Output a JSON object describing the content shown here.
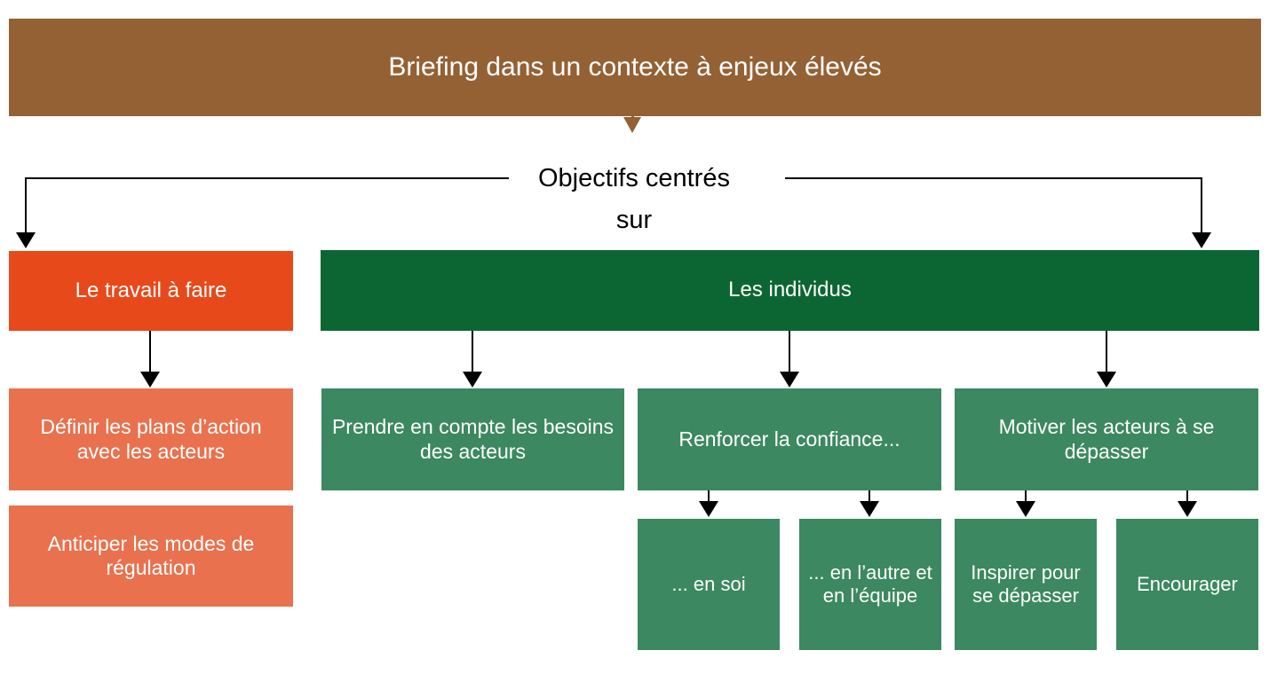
{
  "diagram": {
    "title": "Briefing dans un contexte à enjeux élevés",
    "hub": {
      "line1": "Objectifs centrés",
      "line2": "sur"
    },
    "branches": {
      "work": {
        "label": "Le travail à faire",
        "color": "#E8491B",
        "children": [
          {
            "label": "Définir les plans d’action avec les acteurs",
            "color": "#E9714E"
          },
          {
            "label": "Anticiper les modes de régulation",
            "color": "#E9714E"
          }
        ]
      },
      "people": {
        "label": "Les individus",
        "color": "#0C6633",
        "children": [
          {
            "label": "Prendre en compte les besoins des acteurs",
            "color": "#3C8860",
            "children": []
          },
          {
            "label": "Renforcer la confiance...",
            "color": "#3C8860",
            "children": [
              {
                "label": "... en soi",
                "color": "#3C8860"
              },
              {
                "label": "... en l’autre et en l’équipe",
                "color": "#3C8860"
              }
            ]
          },
          {
            "label": "Motiver les acteurs à se dépasser",
            "color": "#3C8860",
            "children": [
              {
                "label": "Inspirer pour se dépasser",
                "color": "#3C8860"
              },
              {
                "label": "Encourager",
                "color": "#3C8860"
              }
            ]
          }
        ]
      }
    },
    "colors": {
      "header_brown": "#946134",
      "orange": "#E8491B",
      "light_orange": "#E9714E",
      "dark_green": "#0C6633",
      "medium_green": "#3C8860",
      "connector_black": "#000000",
      "text_white": "#FFFFFF"
    }
  }
}
